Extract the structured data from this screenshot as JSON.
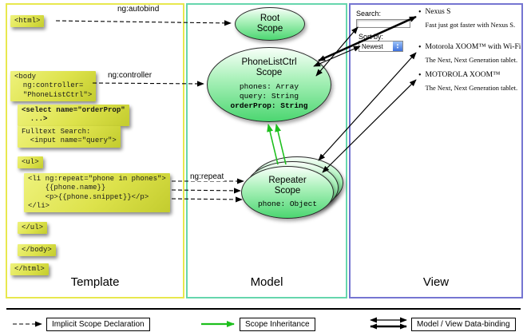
{
  "arrow_labels": {
    "autobind": "ng:autobind",
    "controller": "ng:controller",
    "repeat": "ng:repeat"
  },
  "panels": {
    "template": {
      "label": "Template",
      "blocks": {
        "html_open": "<html>",
        "body_open": "<body\n  ng:controller=\n  \"PhoneListCtrl\">",
        "select": "<select name=\"orderProp\"\n  ...>",
        "fulltext": "Fulltext Search:\n  <input name=\"query\">",
        "ul_open": "<ul>",
        "li_repeat": "<li ng:repeat=\"phone in phones\">\n    {{phone.name}}\n    <p>{{phone.snippet}}</p>\n</li>",
        "ul_close": "</ul>",
        "body_close": "</body>",
        "html_close": "</html>"
      }
    },
    "model": {
      "label": "Model",
      "root_scope": {
        "title": "Root",
        "subtitle": "Scope"
      },
      "phonelist_scope": {
        "title": "PhoneListCtrl",
        "subtitle": "Scope",
        "props": [
          "phones: Array",
          "query: String",
          "orderProp: String"
        ]
      },
      "repeater_scope": {
        "title": "Repeater",
        "subtitle": "Scope",
        "prop": "phone: Object"
      }
    },
    "view": {
      "label": "View",
      "search_label": "Search:",
      "search_value": "",
      "sort_label": "Sort by:",
      "sort_value": "Newest",
      "items": [
        {
          "title": "Nexus S",
          "desc": "Fast just got faster with Nexus S."
        },
        {
          "title": "Motorola XOOM™ with Wi-Fi",
          "desc": "The Next, Next Generation tablet."
        },
        {
          "title": "MOTOROLA XOOM™",
          "desc": "The Next, Next Generation tablet."
        }
      ]
    }
  },
  "legend": {
    "implicit": "Implicit Scope Declaration",
    "inheritance": "Scope Inheritance",
    "databinding": "Model / View Data-binding"
  },
  "colors": {
    "template_border": "#e8e84e",
    "model_border": "#66d6ad",
    "view_border": "#7575d1",
    "code_bg": "#dde24b",
    "scope_fill": "#4cd671",
    "inheritance_green": "#1dbf1d"
  }
}
